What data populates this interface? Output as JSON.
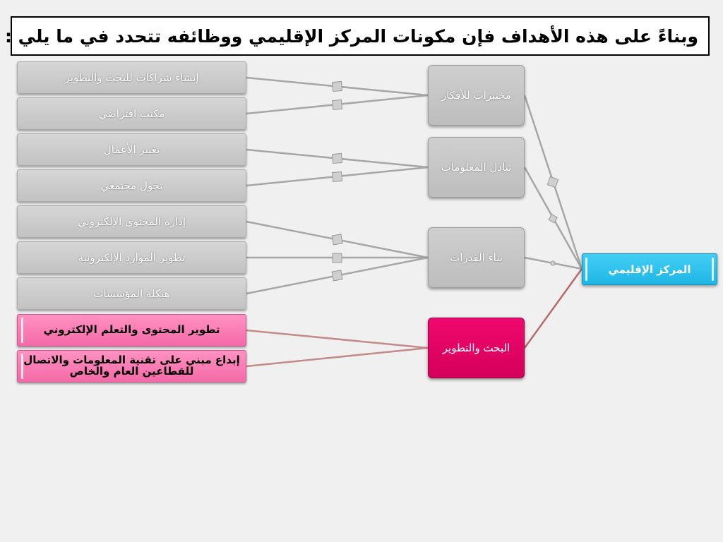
{
  "title": "وبناءً على هذه الأهداف فإن مكونات المركز الإقليمي ووظائفه تتحدد في ما يلي :",
  "colors": {
    "background": "#f0f0f0",
    "gray_node": "#c8c8c8",
    "pink_leaf": "#f97ab4",
    "magenta_hub": "#e30066",
    "regional_center": "#29c2ee",
    "gray_connector": "#a6a6a6",
    "red_connector": "#c07070"
  },
  "diagram": {
    "root": "المركز الإقليمي",
    "hubs": [
      {
        "id": "labs",
        "label": "مختبرات للأفكار",
        "style": "gray",
        "leaves": [
          "إنشاء شراكات للبحث والتطوير",
          "مكتب افتراضي"
        ]
      },
      {
        "id": "exchange",
        "label": "تبادل المعلومات",
        "style": "gray",
        "leaves": [
          "تغيير الأعمال",
          "تحول مجتمعي"
        ]
      },
      {
        "id": "capacity",
        "label": "بناء القدرات",
        "style": "gray",
        "leaves": [
          "إدارة المحتوى الإلكتروني",
          "تطوير الموارد الإلكترونية",
          "هيكلة المؤسسات"
        ]
      },
      {
        "id": "rnd",
        "label": "البحث والتطوير",
        "style": "magenta",
        "leaves": [
          "تطوير المحتوى والتعلم الإلكتروني",
          "إبداع مبني على تقنية المعلومات والاتصال للقطاعين العام والخاص"
        ]
      }
    ]
  }
}
